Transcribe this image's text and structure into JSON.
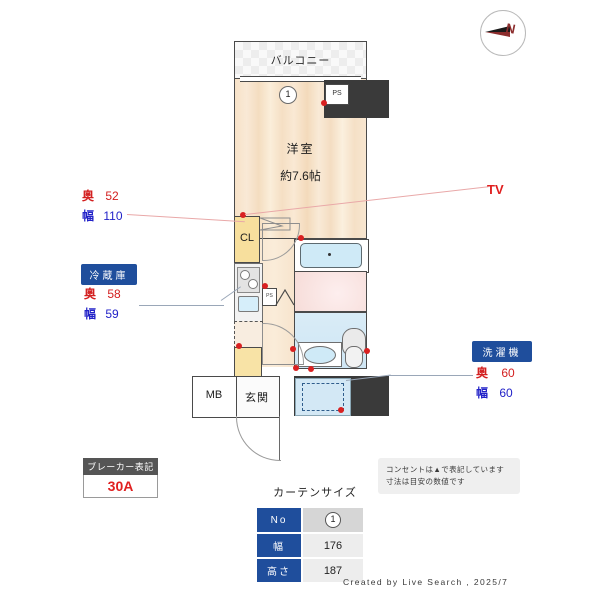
{
  "compass": {
    "label": "N"
  },
  "plan": {
    "balcony": {
      "label": "バルコニー"
    },
    "room": {
      "name": "洋室",
      "size": "約7.6帖"
    },
    "window_marker": "1",
    "ps_top": "PS",
    "ps_mid": "PS",
    "closet": "CL",
    "meter_box": "MB",
    "entrance": "玄関"
  },
  "annotations": {
    "closet_dim": {
      "depth_label": "奥",
      "depth": "52",
      "width_label": "幅",
      "width": "110"
    },
    "fridge": {
      "badge": "冷蔵庫",
      "depth_label": "奥",
      "depth": "58",
      "width_label": "幅",
      "width": "59"
    },
    "washer": {
      "badge": "洗濯機",
      "depth_label": "奥",
      "depth": "60",
      "width_label": "幅",
      "width": "60"
    },
    "tv": "TV"
  },
  "breaker": {
    "title": "ブレーカー表記",
    "value": "30A"
  },
  "note": {
    "line1": "コンセントは▲で表記しています",
    "line2": "寸法は目安の数値です"
  },
  "curtain": {
    "title": "カーテンサイズ",
    "rows": [
      {
        "header": "No",
        "value": "1"
      },
      {
        "header": "幅",
        "value": "176"
      },
      {
        "header": "高さ",
        "value": "187"
      }
    ]
  },
  "credit": "Created by Live Search , 2025/7",
  "colors": {
    "badge_blue": "#1f4e9c",
    "dim_red": "#d31f1f",
    "dim_blue": "#2222c8",
    "accent_red": "#e02020",
    "room_beige": "#f6e3cb",
    "closet_yellow": "#f7df9d",
    "water_blue": "#cfeaf7",
    "bath_pink": "#f6dcd8",
    "wall_dark": "#4a4a4a",
    "block_black": "#3a3a3a"
  }
}
